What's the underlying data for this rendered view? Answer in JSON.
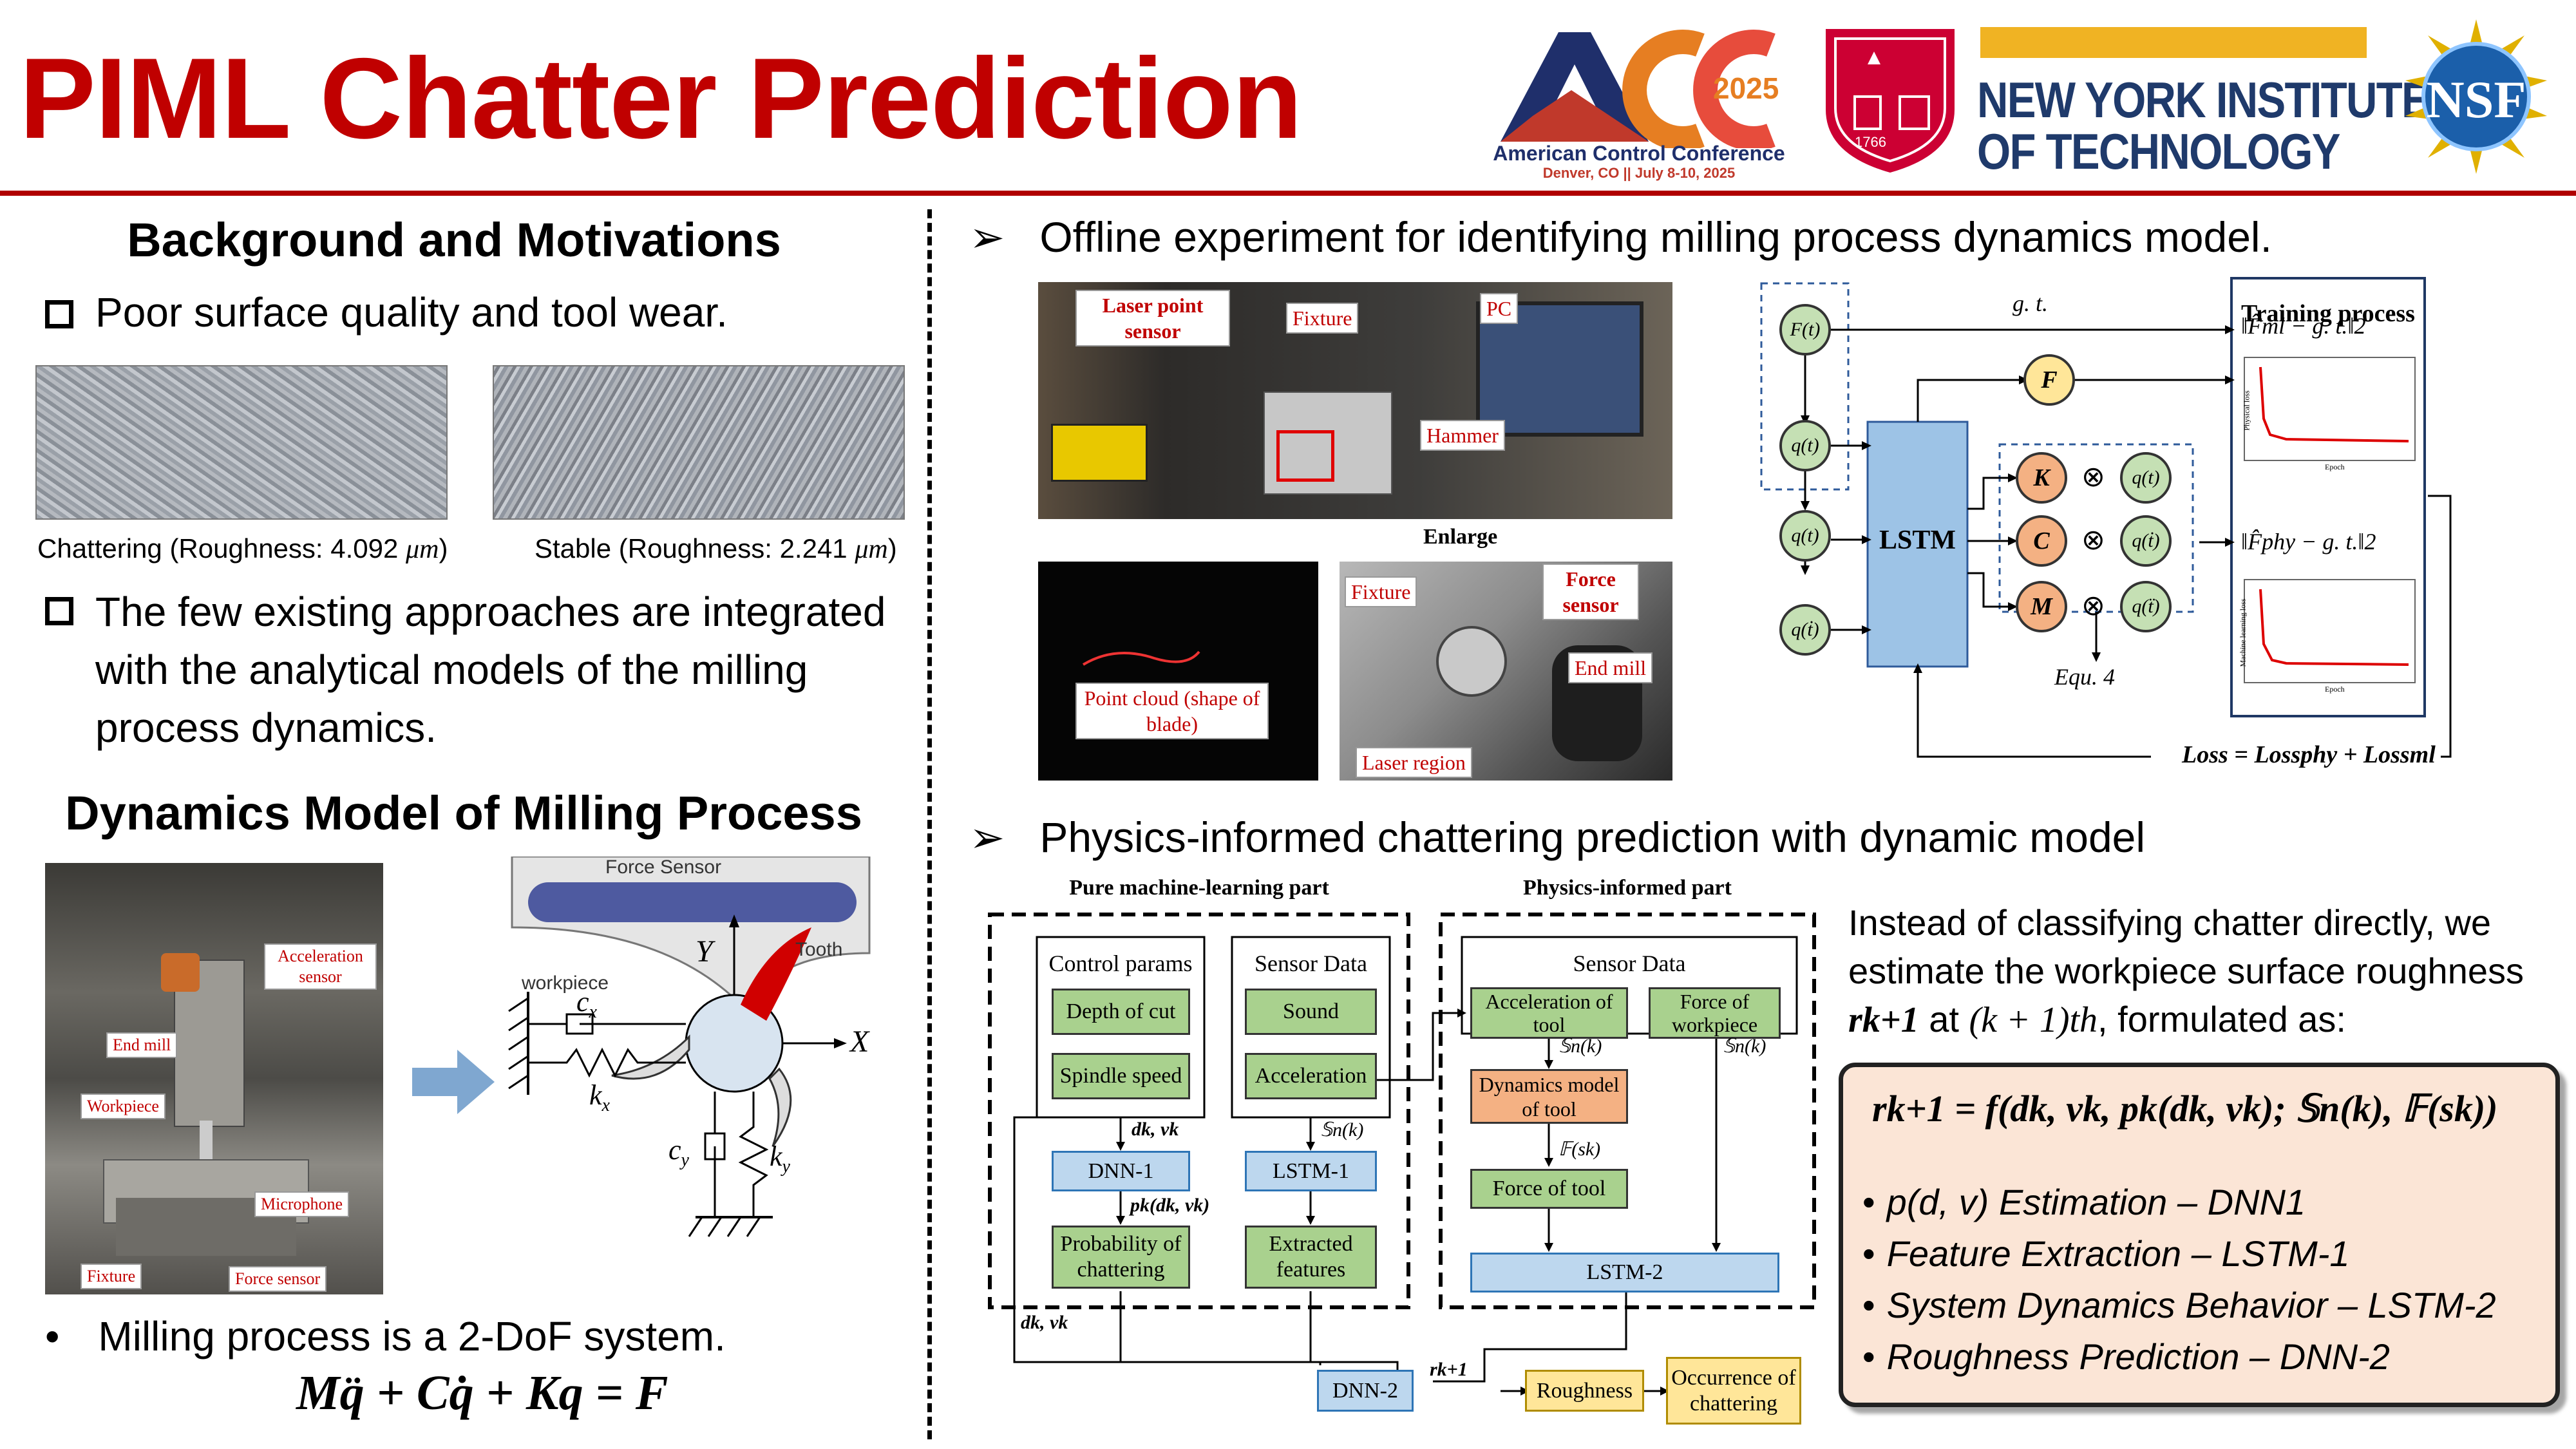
{
  "header": {
    "title": "PIML Chatter Prediction",
    "acc_year": "2025",
    "acc_name": "American Control Conference",
    "acc_location": "Denver, CO || July 8-10, 2025",
    "rutgers_year": "1766",
    "nyit_line1": "NEW YORK INSTITUTE",
    "nyit_line2": "OF TECHNOLOGY",
    "nsf": "NSF"
  },
  "left": {
    "bg_heading": "Background and Motivations",
    "bullet1": "Poor surface quality and tool wear.",
    "caption_chatter": "Chattering (Roughness: 4.092",
    "caption_chatter_unit": "μm",
    "caption_stable": "Stable (Roughness: 2.241",
    "caption_stable_unit": "μm",
    "caption_close": ")",
    "bullet2": "The few existing approaches are integrated with the analytical models of the milling process dynamics.",
    "dyn_heading": "Dynamics Model of Milling Process",
    "photo_labels": {
      "accel": "Acceleration sensor",
      "endmill": "End mill",
      "workpiece": "Workpiece",
      "microphone": "Microphone",
      "fixture": "Fixture",
      "force": "Force sensor"
    },
    "schematic": {
      "force_sensor": "Force Sensor",
      "tooth": "Tooth",
      "workpiece": "workpiece",
      "y": "Y",
      "x": "X",
      "cx": "c",
      "cx_sub": "x",
      "kx": "k",
      "kx_sub": "x",
      "cy": "c",
      "cy_sub": "y",
      "ky": "k",
      "ky_sub": "y"
    },
    "bullet3": "Milling process is a 2-DoF system.",
    "equation": "Mq̈ + Cq̇ + Kq = F"
  },
  "right": {
    "sec1": "Offline experiment for identifying milling process dynamics model.",
    "exp_labels": {
      "laser": "Laser point sensor",
      "fixture": "Fixture",
      "pc": "PC",
      "hammer": "Hammer",
      "enlarge": "Enlarge",
      "fixture2": "Fixture",
      "force": "Force sensor",
      "endmill": "End mill",
      "pointcloud": "Point cloud (shape of blade)",
      "laser_region": "Laser region"
    },
    "train": {
      "Ft": "F(t)",
      "q1": "q(t)",
      "q2": "q(t)",
      "qd": "q(ṫ)",
      "gt": "g. t.",
      "F": "F",
      "lstm": "LSTM",
      "K": "K",
      "C": "C",
      "M": "M",
      "qa": "q(t)",
      "qb": "q(ṫ)",
      "qc": "q(ẗ)",
      "otimes": "⊗",
      "equ": "Equ. 4",
      "training_title": "Training process",
      "loss_ml": "‖F̂ml − g. t.‖2",
      "loss_phy": "‖F̂phy − g. t.‖2",
      "plot1_y": "Physical loss",
      "plot1_x": "Epoch",
      "plot2_y": "Machine learning loss",
      "plot2_x": "Epoch",
      "total_loss": "Loss = Lossphy + Lossml"
    },
    "sec2": "Physics-informed chattering prediction with dynamic model",
    "flow": {
      "pure_title": "Pure machine-learning part",
      "phys_title": "Physics-informed part",
      "ctrl_params": "Control params",
      "depth": "Depth of cut",
      "spindle": "Spindle speed",
      "sensor_data": "Sensor Data",
      "sound": "Sound",
      "accel": "Acceleration",
      "dk_vk": "dk, vk",
      "sn": "𝕊n(k)",
      "dnn1": "DNN-1",
      "lstm1": "LSTM-1",
      "pk": "pk(dk, vk)",
      "prob": "Probability of chattering",
      "extracted": "Extracted features",
      "sensor_data2": "Sensor Data",
      "accel_tool": "Acceleration of tool",
      "force_wp": "Force of workpiece",
      "sn2": "𝕊n(k)",
      "sn3": "𝕊n(k)",
      "dyn_model": "Dynamics model of tool",
      "fsk": "𝔽(sk)",
      "force_tool": "Force of tool",
      "lstm2": "LSTM-2",
      "dk_vk2": "dk, vk",
      "dnn2": "DNN-2",
      "rk1": "rk+1",
      "roughness": "Roughness",
      "occurrence": "Occurrence of chattering"
    },
    "desc_pre": "Instead of classifying chatter directly, we estimate the workpiece surface roughness",
    "desc_var": "rk+1",
    "desc_mid": "at",
    "desc_k": "(k + 1)th",
    "desc_post": ", formulated as:",
    "formula": "rk+1 = f(dk, vk, pk(dk, vk); 𝕊n(k), 𝔽(sk))",
    "list": [
      "p(d, v) Estimation – DNN1",
      "Feature Extraction – LSTM-1",
      "System Dynamics Behavior – LSTM-2",
      "Roughness Prediction – DNN-2"
    ]
  },
  "colors": {
    "title_red": "#c00000",
    "green": "#a9d18e",
    "blue": "#bdd7ee",
    "orange": "#f4b183",
    "yellow": "#ffe699",
    "peach": "#fbe5d6"
  }
}
